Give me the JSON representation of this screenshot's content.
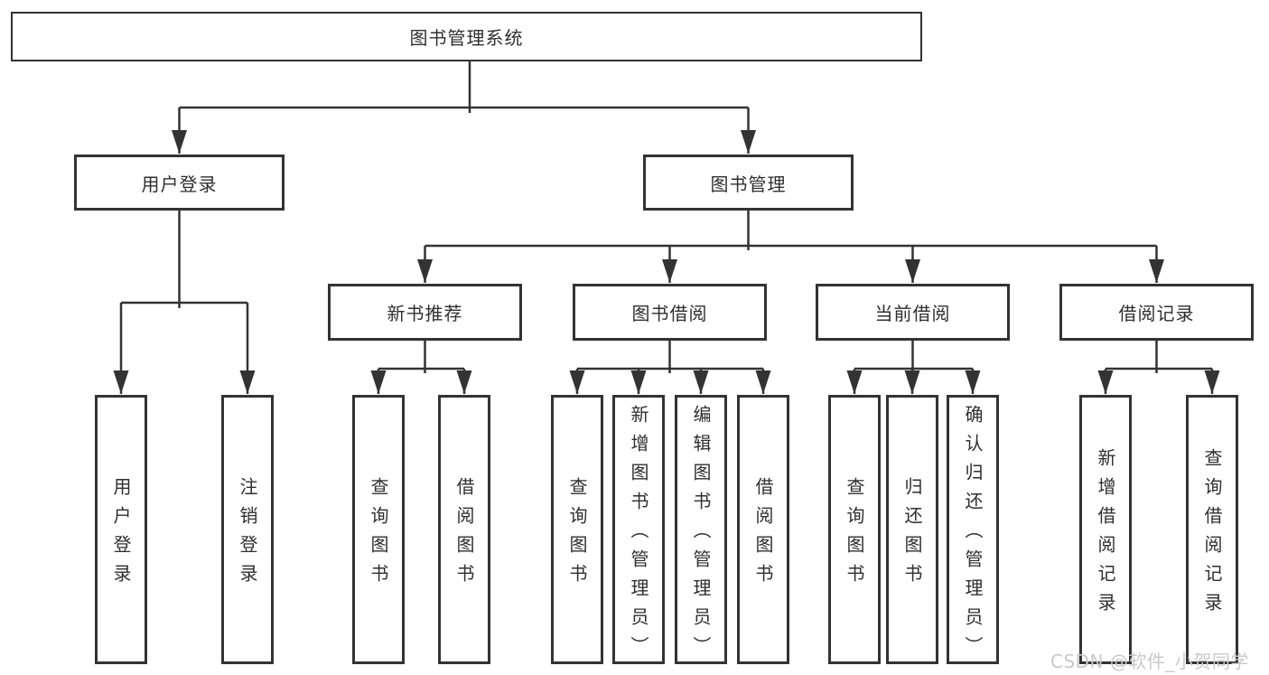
{
  "diagram": {
    "root_label": "图书管理系统",
    "level2": [
      {
        "label": "用户登录",
        "children": [
          "用户登录",
          "注销登录"
        ]
      },
      {
        "label": "图书管理"
      }
    ],
    "level3": [
      {
        "label": "新书推荐",
        "children": [
          "查询图书",
          "借阅图书"
        ]
      },
      {
        "label": "图书借阅",
        "children": [
          "查询图书",
          "新增图书（管理员）",
          "编辑图书（管理员）",
          "借阅图书"
        ]
      },
      {
        "label": "当前借阅",
        "children": [
          "查询图书",
          "归还图书",
          "确认归还（管理员）"
        ]
      },
      {
        "label": "借阅记录",
        "children": [
          "新增借阅记录",
          "查询借阅记录"
        ]
      }
    ]
  },
  "watermark": {
    "text": "CSDN @软件_小贺同学"
  },
  "colors": {
    "line": "#333333",
    "box_border": "#333333",
    "box_bg": "#ffffff",
    "text": "#2f2f2f",
    "watermark": "#c9c9c9"
  }
}
